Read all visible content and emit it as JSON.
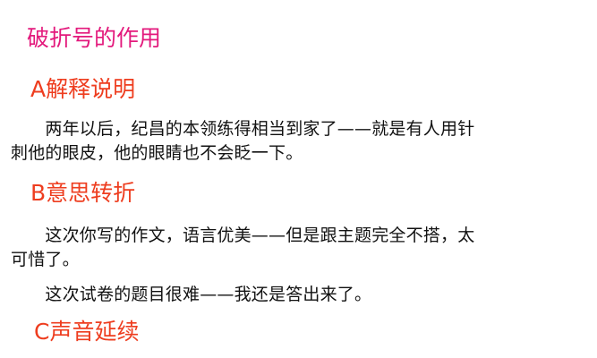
{
  "colors": {
    "title": "#e3197c",
    "subheading": "#ee3d1f",
    "body": "#111111"
  },
  "slide": {
    "title": "破折号的作用",
    "sections": [
      {
        "heading": "A解释说明",
        "paragraphs": [
          {
            "line1": "　　两年以后，纪昌的本领练得相当到家了——就是有人用针",
            "line2": "刺他的眼皮，他的眼睛也不会眨一下。"
          }
        ]
      },
      {
        "heading": "B意思转折",
        "paragraphs": [
          {
            "line1": "　　这次你写的作文，语言优美——但是跟主题完全不搭，太",
            "line2": "可惜了。"
          },
          {
            "line1": "　　这次试卷的题目很难——我还是答出来了。"
          }
        ]
      },
      {
        "heading": "C声音延续"
      }
    ]
  }
}
